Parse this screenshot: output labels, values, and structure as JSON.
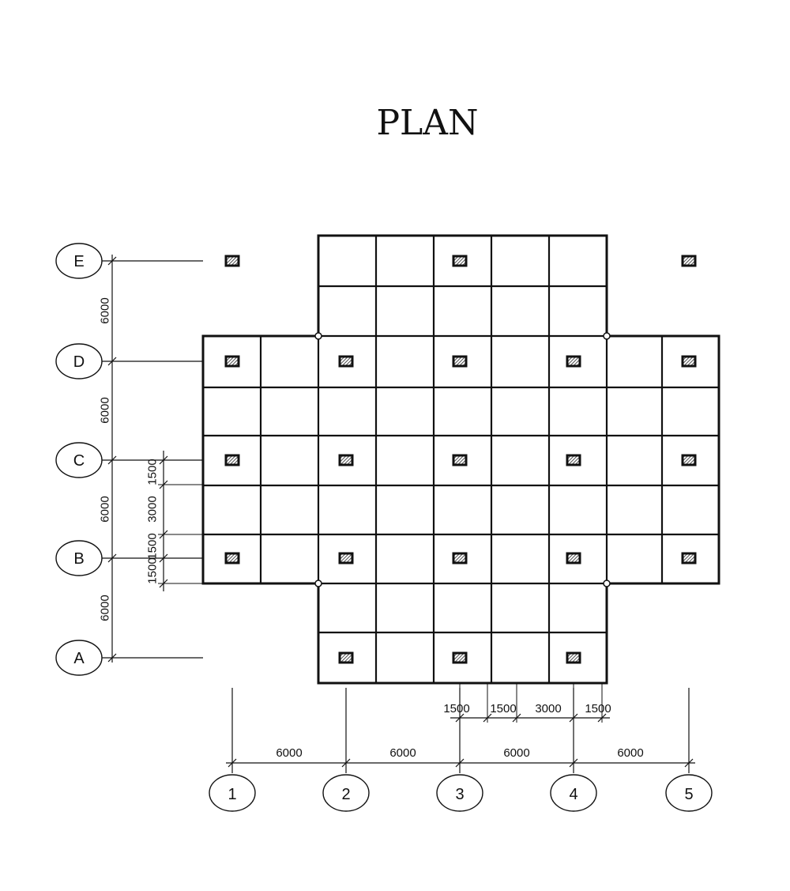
{
  "title": "PLAN",
  "grid_axes": {
    "rows": [
      "E",
      "D",
      "C",
      "B",
      "A"
    ],
    "columns": [
      "1",
      "2",
      "3",
      "4",
      "5"
    ]
  },
  "dimensions": {
    "row_spacings": [
      "6000",
      "6000",
      "6000",
      "6000"
    ],
    "column_spacings": [
      "6000",
      "6000",
      "6000",
      "6000"
    ],
    "detail_vertical": [
      "1500",
      "3000",
      "1500",
      "1500"
    ],
    "detail_horizontal": [
      "1500",
      "1500",
      "3000",
      "1500"
    ]
  },
  "colors": {
    "line": "#111111",
    "column_fill": "#333333",
    "background": "#ffffff"
  },
  "icons": {
    "column": "hatched-square-column-icon"
  }
}
